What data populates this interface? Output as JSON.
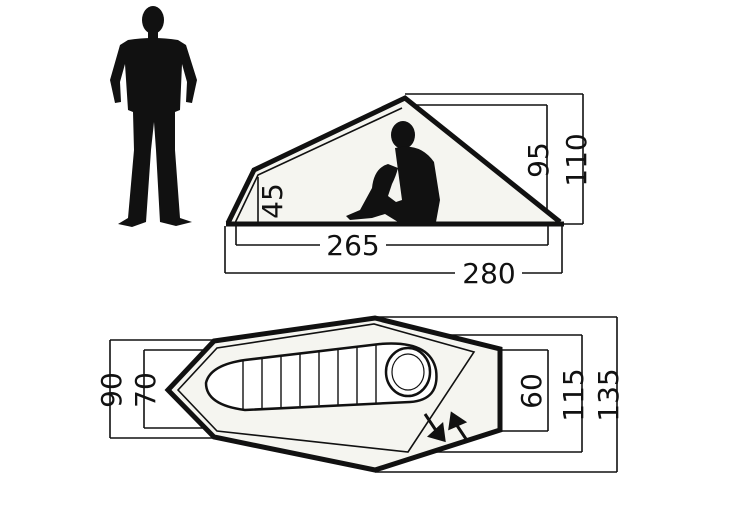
{
  "side_view": {
    "height_inner": "95",
    "height_outer": "110",
    "low_end_height": "45",
    "length_inner": "265",
    "length_outer": "280"
  },
  "top_view": {
    "width_foot_inner": "70",
    "width_foot_outer": "90",
    "vestibule_width": "60",
    "width_inner": "115",
    "width_outer": "135"
  },
  "colors": {
    "line": "#111111",
    "background": "#ffffff"
  },
  "icons": [
    "person-silhouette-icon",
    "seated-person-icon",
    "sleeping-bag-icon",
    "door-entry-arrows-icon"
  ]
}
